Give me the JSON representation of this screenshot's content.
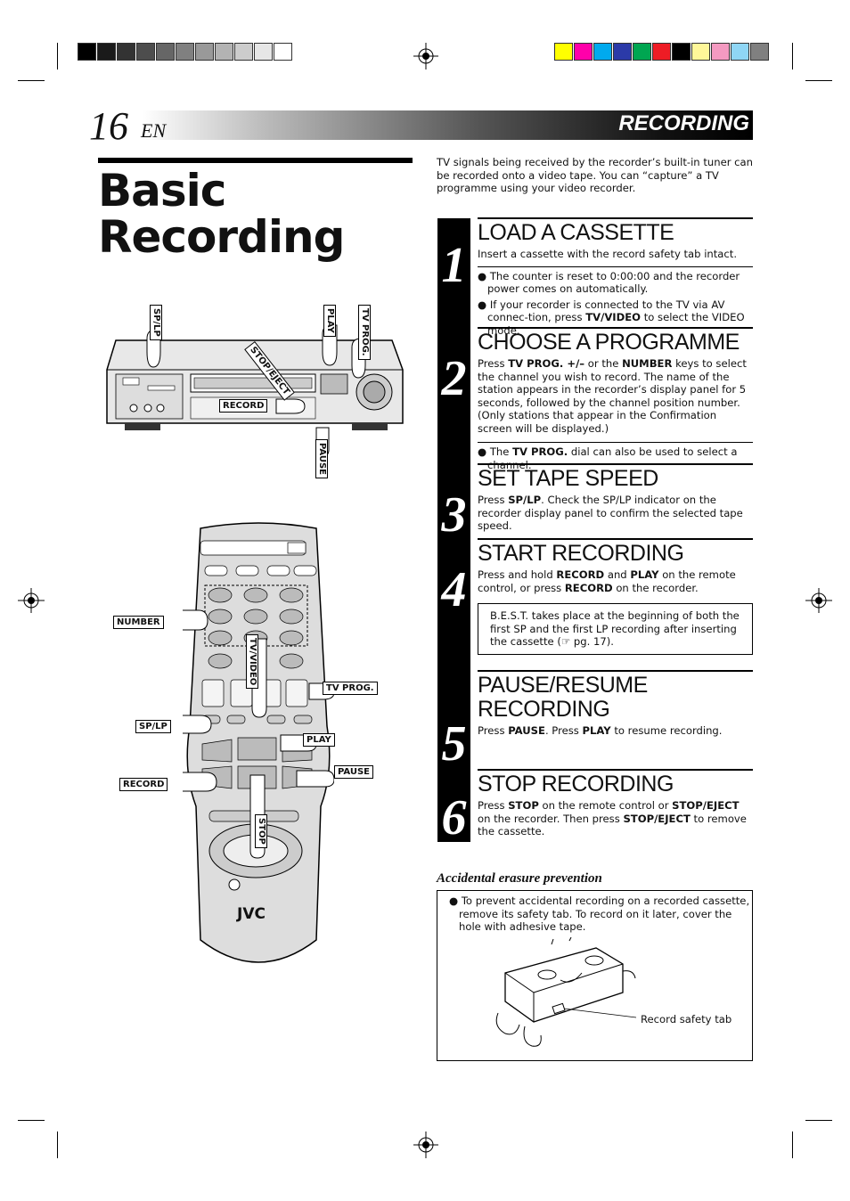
{
  "header": {
    "page_number": "16",
    "page_suffix": "EN",
    "section": "RECORDING"
  },
  "title_line1": "Basic",
  "title_line2": "Recording",
  "intro": "TV signals being received by the recorder’s built-in tuner can be recorded onto a video tape. You can “capture” a TV programme using your video recorder.",
  "steps": [
    {
      "number": "1",
      "heading": "LOAD A CASSETTE",
      "text": "Insert a cassette with the record safety tab intact.",
      "bullet1": "The counter is reset to 0:00:00 and the recorder power comes on automatically.",
      "bullet2_pre": "If your recorder is connected to the TV via AV connec-tion, press ",
      "bullet2_bold": "TV/VIDEO",
      "bullet2_post": " to select the VIDEO mode."
    },
    {
      "number": "2",
      "heading": "CHOOSE A PROGRAMME",
      "text_pre": "Press ",
      "text_b1": "TV PROG. +/–",
      "text_mid": " or the ",
      "text_b2": "NUMBER",
      "text_post": " keys to select the channel you wish to record. The name of the station appears in the recorder’s display panel for 5 seconds, followed by the channel position number. (Only stations that appear in the Confirmation screen will be displayed.)",
      "bullet_pre": "The ",
      "bullet_bold": "TV PROG.",
      "bullet_post": " dial can also be used to select a channel."
    },
    {
      "number": "3",
      "heading": "SET TAPE SPEED",
      "text_pre": "Press ",
      "text_b1": "SP/LP",
      "text_post": ". Check the SP/LP indicator on the recorder display panel to confirm the selected tape speed."
    },
    {
      "number": "4",
      "heading": "START RECORDING",
      "text_pre": "Press and hold ",
      "text_b1": "RECORD",
      "text_mid1": " and ",
      "text_b2": "PLAY",
      "text_mid2": " on the remote control, or press ",
      "text_b3": "RECORD",
      "text_post": " on the recorder.",
      "note": "B.E.S.T. takes place at the beginning of both the first SP and the first LP recording after inserting the cassette (☞ pg. 17)."
    },
    {
      "number": "5",
      "heading_line1": "PAUSE/RESUME",
      "heading_line2": "RECORDING",
      "text_pre": "Press ",
      "text_b1": "PAUSE",
      "text_mid": ". Press ",
      "text_b2": "PLAY",
      "text_post": " to resume recording."
    },
    {
      "number": "6",
      "heading": "STOP RECORDING",
      "text_pre": "Press ",
      "text_b1": "STOP",
      "text_mid1": " on the remote control or ",
      "text_b2": "STOP/EJECT",
      "text_mid2": " on the recorder. Then press ",
      "text_b3": "STOP/EJECT",
      "text_post": " to remove the cassette."
    }
  ],
  "accidental": {
    "title": "Accidental erasure prevention",
    "bullet": "To prevent accidental recording on a recorded cassette, remove its safety tab. To record on it later, cover the hole with adhesive tape.",
    "tab_label": "Record safety tab"
  },
  "vcr_labels": {
    "sp_lp": "SP/LP",
    "stop_eject": "STOP/EJECT",
    "play": "PLAY",
    "tv_prog": "TV PROG.",
    "record": "RECORD",
    "pause": "PAUSE"
  },
  "remote_labels": {
    "number": "NUMBER",
    "tv_video": "TV/VIDEO",
    "tv_prog": "TV PROG.",
    "sp_lp": "SP/LP",
    "play": "PLAY",
    "record": "RECORD",
    "pause": "PAUSE",
    "stop": "STOP",
    "brand": "JVC"
  },
  "colors": {
    "gray_swatches": [
      "#000000",
      "#1a1a1a",
      "#333333",
      "#4d4d4d",
      "#666666",
      "#808080",
      "#999999",
      "#b3b3b3",
      "#cccccc",
      "#e6e6e6",
      "#ffffff"
    ],
    "color_swatches": [
      "#ffff00",
      "#ff00aa",
      "#00aaee",
      "#2b3aa8",
      "#00a651",
      "#ee1c25",
      "#000000",
      "#fff799",
      "#f49ac1",
      "#8fd6f5",
      "#808080"
    ]
  }
}
